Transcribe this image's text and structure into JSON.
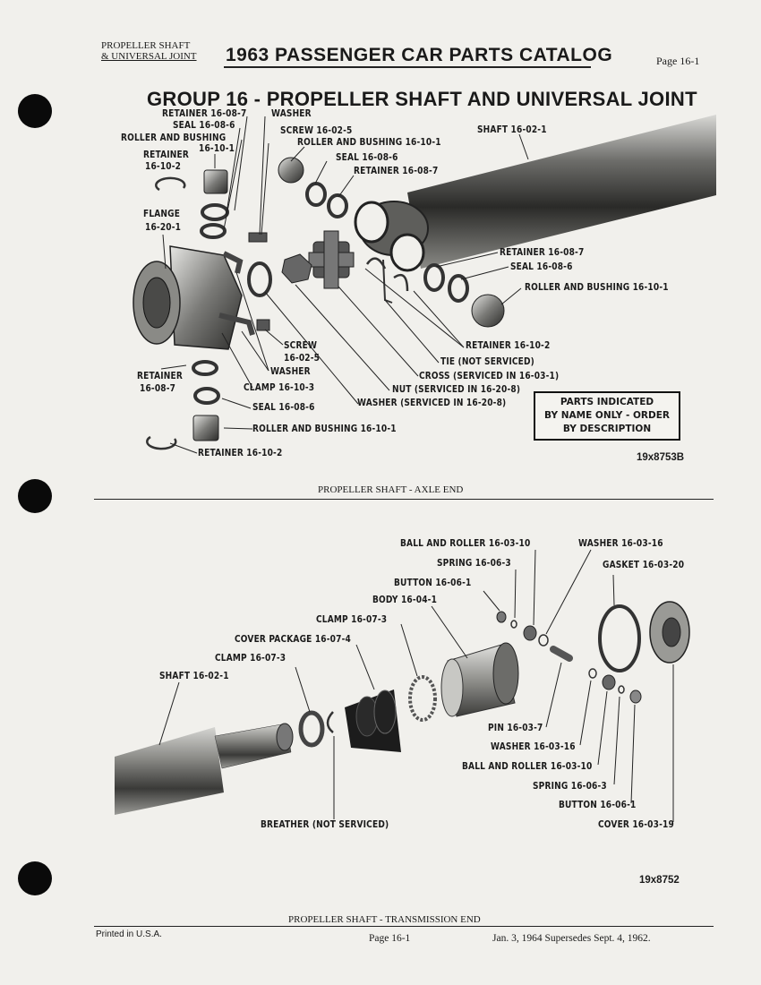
{
  "header": {
    "section_line1": "PROPELLER SHAFT",
    "section_line2": "& UNIVERSAL JOINT",
    "catalog_title": "1963 PASSENGER CAR PARTS CATALOG",
    "page": "Page 16-1"
  },
  "group_title": "GROUP 16 - PROPELLER SHAFT AND UNIVERSAL JOINT",
  "axle_end": {
    "caption": "PROPELLER SHAFT - AXLE END",
    "figure_id": "19x8753B",
    "note_lines": [
      "PARTS INDICATED",
      "BY NAME ONLY - ORDER",
      "BY DESCRIPTION"
    ],
    "labels": {
      "retainer_16087_top": "RETAINER 16-08-7",
      "washer_top": "WASHER",
      "seal_16086_top": "SEAL 16-08-6",
      "screw_16025_top": "SCREW 16-02-5",
      "roller_bushing_left": "ROLLER AND BUSHING",
      "roller_bushing_left_num": "16-10-1",
      "roller_bushing_top": "ROLLER AND BUSHING 16-10-1",
      "retainer_left": "RETAINER",
      "retainer_left_num": "16-10-2",
      "seal_16086_mid": "SEAL 16-08-6",
      "retainer_16087_mid": "RETAINER 16-08-7",
      "shaft": "SHAFT 16-02-1",
      "flange": "FLANGE",
      "flange_num": "16-20-1",
      "retainer_16087_right": "RETAINER 16-08-7",
      "seal_16086_right": "SEAL 16-08-6",
      "roller_bushing_right": "ROLLER AND BUSHING 16-10-1",
      "retainer_16102_right": "RETAINER 16-10-2",
      "tie": "TIE (NOT SERVICED)",
      "cross": "CROSS (SERVICED IN 16-03-1)",
      "nut": "NUT (SERVICED IN 16-20-8)",
      "washer_serviced": "WASHER (SERVICED IN 16-20-8)",
      "screw_lower": "SCREW",
      "screw_lower_num": "16-02-5",
      "washer_lower": "WASHER",
      "retainer_lower": "RETAINER",
      "retainer_lower_num": "16-08-7",
      "clamp": "CLAMP 16-10-3",
      "seal_lower": "SEAL 16-08-6",
      "roller_bushing_bottom": "ROLLER AND BUSHING 16-10-1",
      "retainer_bottom": "RETAINER 16-10-2"
    }
  },
  "trans_end": {
    "caption": "PROPELLER SHAFT - TRANSMISSION END",
    "figure_id": "19x8752",
    "labels": {
      "ball_roller_top": "BALL AND ROLLER 16-03-10",
      "washer_top": "WASHER 16-03-16",
      "spring_top": "SPRING 16-06-3",
      "gasket": "GASKET 16-03-20",
      "button_top": "BUTTON 16-06-1",
      "body": "BODY 16-04-1",
      "clamp_upper": "CLAMP 16-07-3",
      "cover_package": "COVER PACKAGE 16-07-4",
      "clamp_lower": "CLAMP 16-07-3",
      "shaft": "SHAFT 16-02-1",
      "pin": "PIN 16-03-7",
      "washer_bottom": "WASHER 16-03-16",
      "ball_roller_bottom": "BALL AND ROLLER 16-03-10",
      "spring_bottom": "SPRING 16-06-3",
      "button_bottom": "BUTTON 16-06-1",
      "breather": "BREATHER (NOT SERVICED)",
      "cover": "COVER 16-03-19"
    }
  },
  "footer": {
    "printed": "Printed in U.S.A.",
    "page": "Page 16-1",
    "date": "Jan. 3, 1964 Supersedes Sept. 4, 1962."
  }
}
